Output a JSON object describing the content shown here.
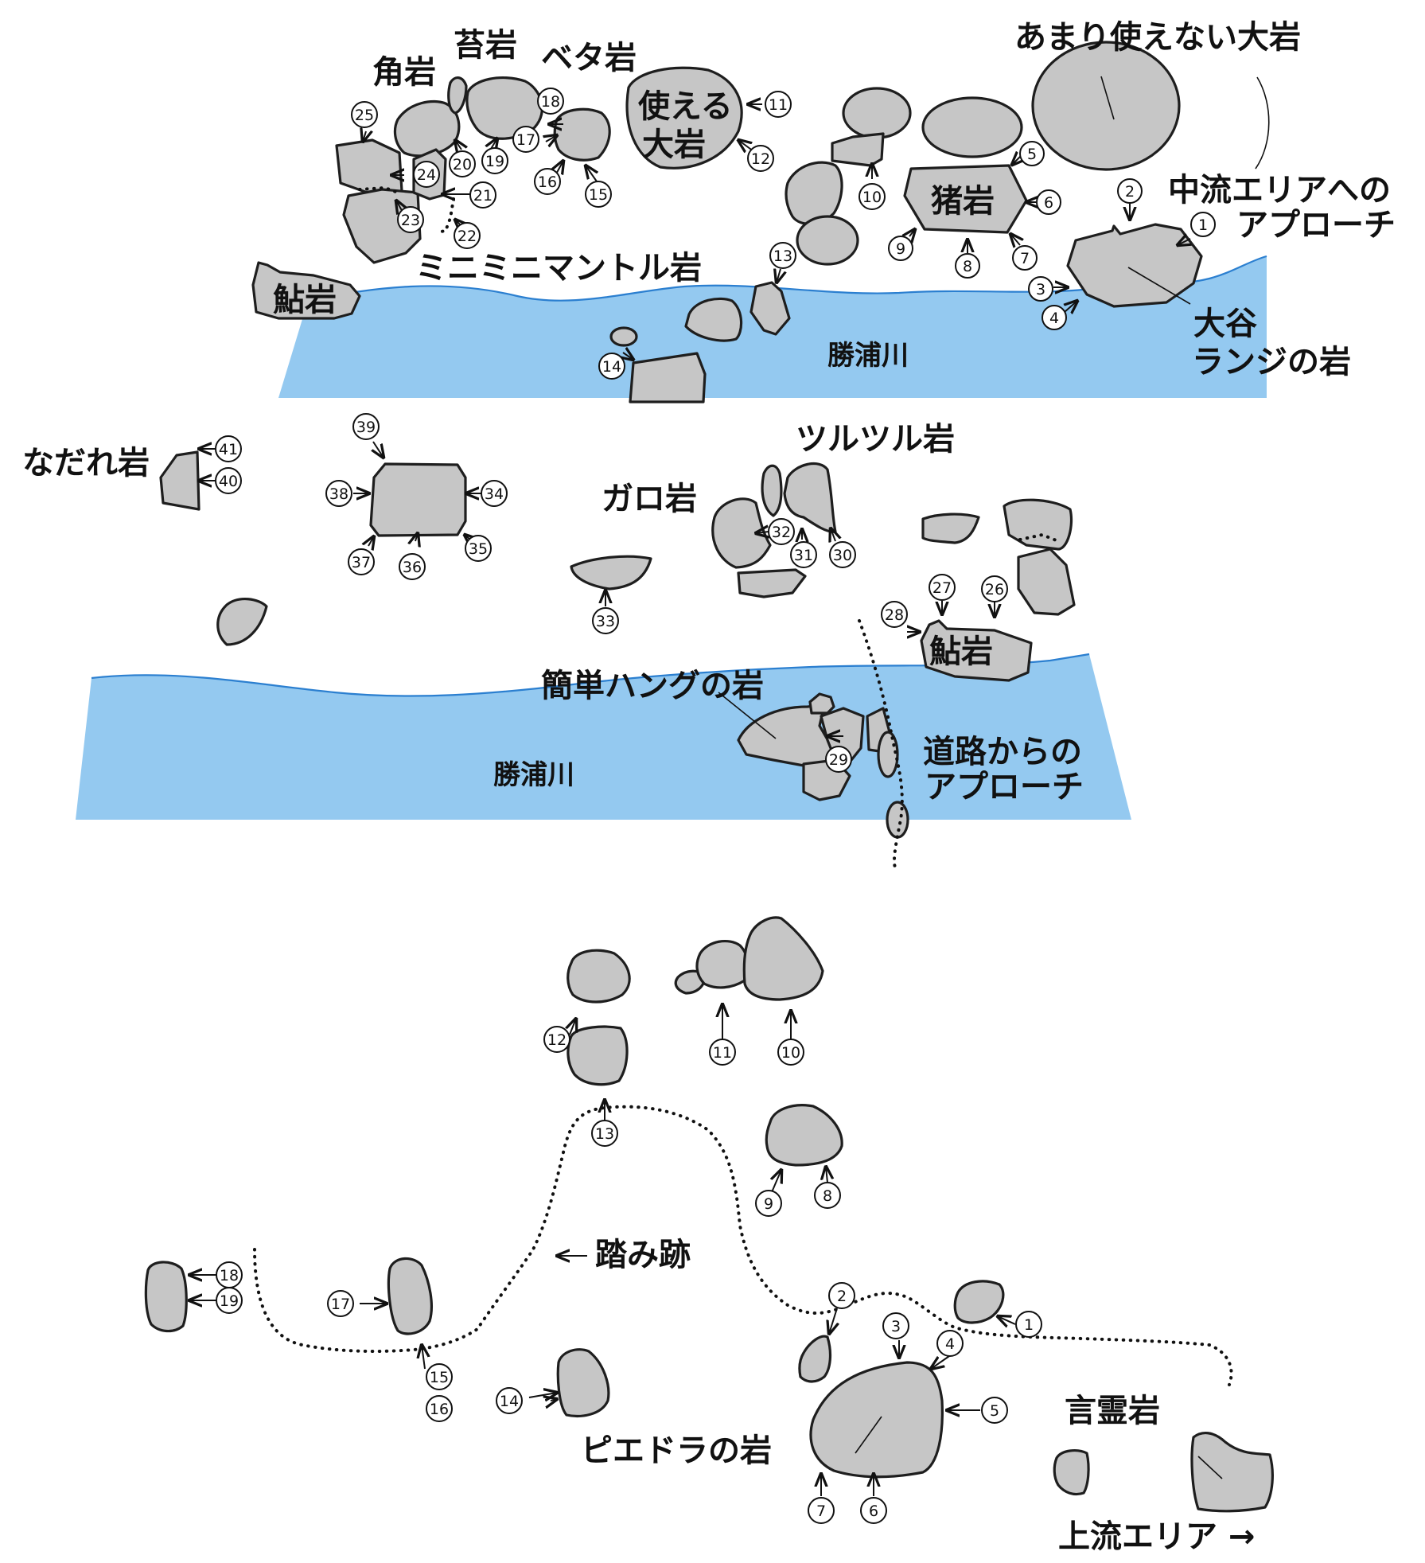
{
  "colors": {
    "river": "#94c9f0",
    "river_edge": "#2b7fd0",
    "rock": "#c6c6c6",
    "outline": "#1e1e1e"
  },
  "map1": {
    "labels": {
      "kaku": "角岩",
      "koke": "苔岩",
      "beta": "ベタ岩",
      "tsukaeru_1": "使える",
      "tsukaeru_2": "大岩",
      "amari": "あまり使えない大岩",
      "chuuryuu_1": "中流エリアへの",
      "chuuryuu_2": "アプローチ",
      "inoshishi": "猪岩",
      "minimini": "ミニミニマントル岩",
      "ayu": "鮎岩",
      "ootani_1": "大谷",
      "ootani_2": "ランジの岩",
      "river": "勝浦川"
    },
    "numbers": [
      "①",
      "②",
      "③",
      "④",
      "⑤",
      "⑥",
      "⑦",
      "⑧",
      "⑨",
      "⑩",
      "⑪",
      "⑫",
      "⑬",
      "⑭",
      "⑮",
      "⑯",
      "⑰",
      "⑱",
      "⑲",
      "⑳",
      "㉑",
      "㉒",
      "㉓",
      "㉔",
      "㉕"
    ]
  },
  "map2": {
    "labels": {
      "nadare": "なだれ岩",
      "tsurutsuru": "ツルツル岩",
      "garo": "ガロ岩",
      "ayu": "鮎岩",
      "kantan": "簡単ハングの岩",
      "douro_1": "道路からの",
      "douro_2": "アプローチ",
      "river": "勝浦川"
    },
    "numbers": [
      "㉖",
      "㉗",
      "㉘",
      "㉙",
      "㉚",
      "㉛",
      "㉜",
      "㉝",
      "㉞",
      "㉟",
      "㊱",
      "㊲",
      "㊳",
      "㊴",
      "㊵",
      "㊶"
    ]
  },
  "map3": {
    "labels": {
      "fumiato": "踏み跡",
      "piedora": "ピエドラの岩",
      "kotodama": "言霊岩",
      "jouryuu": "上流エリア →"
    },
    "numbers": [
      "①",
      "②",
      "③",
      "④",
      "⑤",
      "⑥",
      "⑦",
      "⑧",
      "⑨",
      "⑩",
      "⑪",
      "⑫",
      "⑬",
      "⑭",
      "⑮",
      "⑯",
      "⑰",
      "⑱",
      "⑲"
    ]
  }
}
